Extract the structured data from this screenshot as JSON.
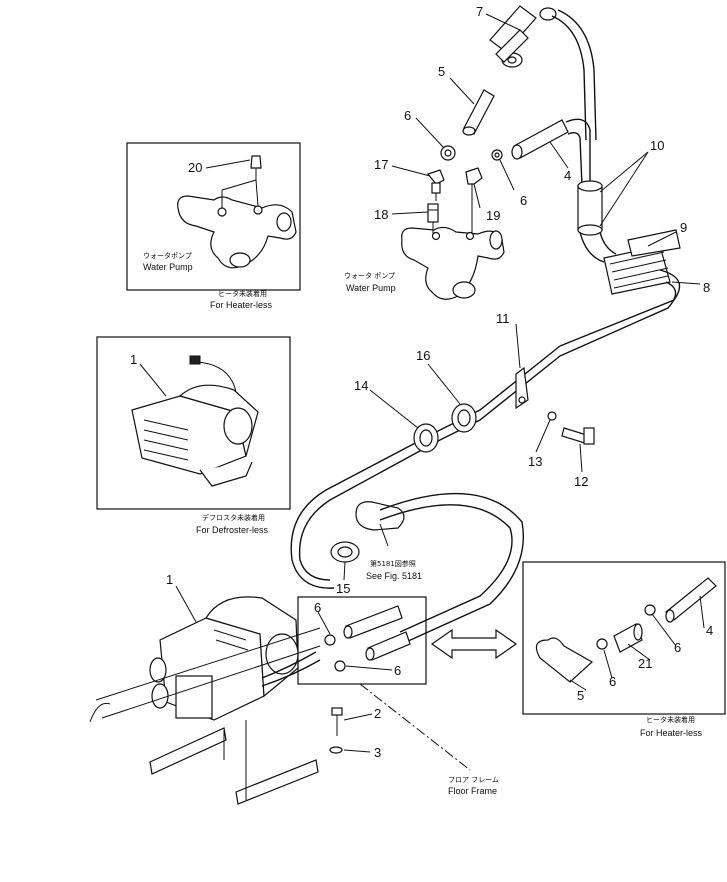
{
  "callouts": {
    "n1a": "1",
    "n1b": "1",
    "n2": "2",
    "n3": "3",
    "n4a": "4",
    "n4b": "4",
    "n5a": "5",
    "n5b": "5",
    "n6a": "6",
    "n6b": "6",
    "n6c": "6",
    "n6d": "6",
    "n6e": "6",
    "n6f": "6",
    "n7": "7",
    "n8": "8",
    "n9": "9",
    "n10": "10",
    "n11": "11",
    "n12": "12",
    "n13": "13",
    "n14": "14",
    "n15": "15",
    "n16": "16",
    "n17": "17",
    "n18": "18",
    "n19": "19",
    "n20": "20",
    "n21": "21"
  },
  "captions": {
    "water_pump_jp_1": "ウォータポンプ",
    "water_pump_en_1": "Water Pump",
    "water_pump_jp_2": "ウォータ ポンプ",
    "water_pump_en_2": "Water Pump",
    "heater_less_jp_1": "ヒータ未装着用",
    "heater_less_en_1": "For Heater-less",
    "defroster_less_jp": "デフロスタ未装着用",
    "defroster_less_en": "For Defroster-less",
    "see_fig_jp": "第5181図参照",
    "see_fig_en": "See Fig. 5181",
    "floor_frame_jp": "フロア フレーム",
    "floor_frame_en": "Floor Frame",
    "heater_less_jp_2": "ヒータ未装着用",
    "heater_less_en_2": "For Heater-less"
  }
}
